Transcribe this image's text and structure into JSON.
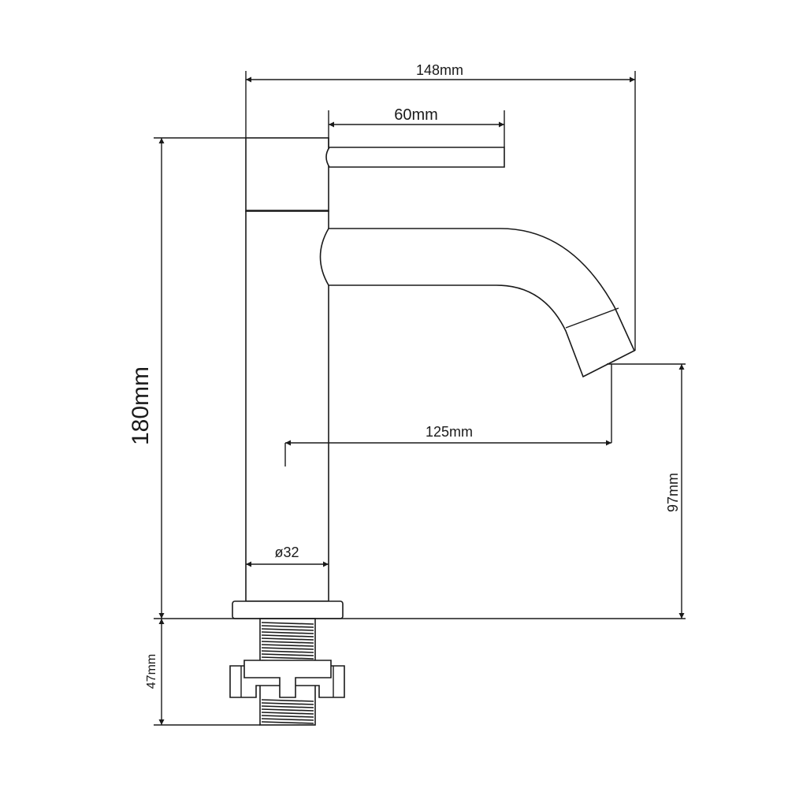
{
  "dimensions": {
    "total_width": "148mm",
    "handle_length": "60mm",
    "total_height": "180mm",
    "spout_reach": "125mm",
    "spout_height": "97mm",
    "body_diameter": "ø32",
    "thread_length": "47mm"
  },
  "colors": {
    "line": "#1a1a1a",
    "background": "#ffffff"
  }
}
